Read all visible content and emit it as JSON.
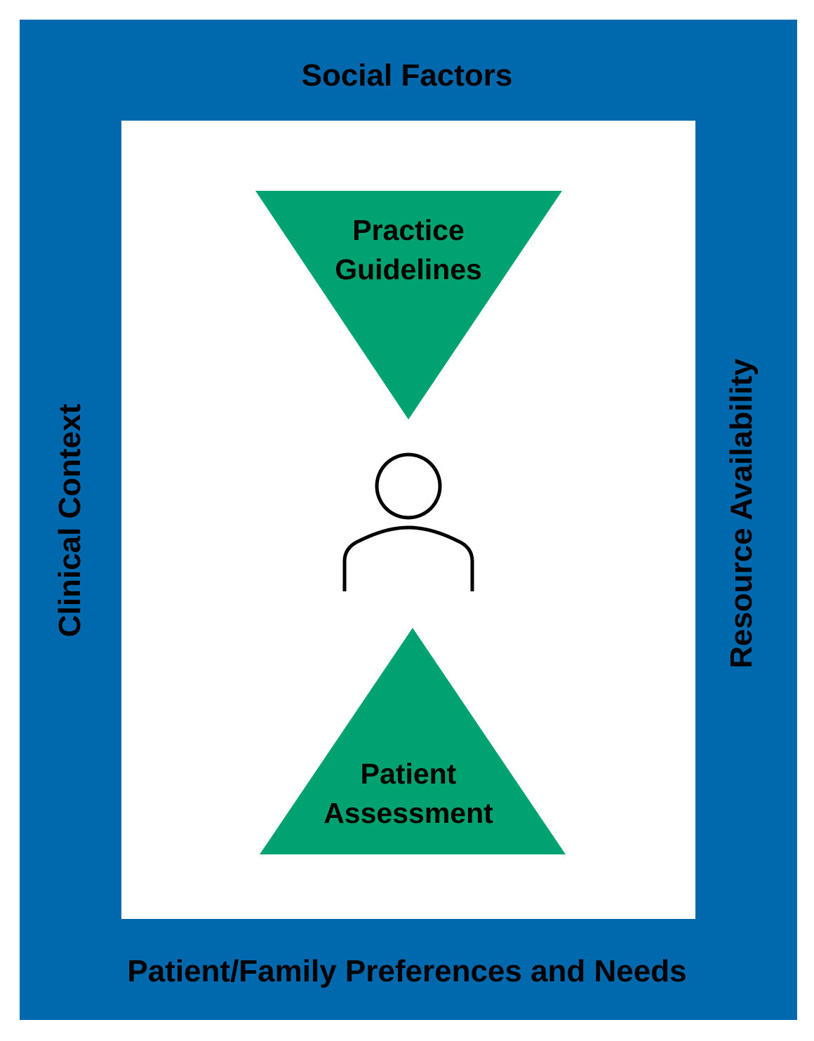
{
  "colors": {
    "frame": "#0069ad",
    "inner_background": "#ffffff",
    "triangle": "#00a271",
    "text": "#000000",
    "person_stroke": "#000000"
  },
  "frame_labels": {
    "top": "Social Factors",
    "bottom": "Patient/Family Preferences and Needs",
    "left": "Clinical Context",
    "right": "Resource Availability"
  },
  "triangles": {
    "top": {
      "line1": "Practice",
      "line2": "Guidelines"
    },
    "bottom": {
      "line1": "Patient",
      "line2": "Assessment"
    }
  },
  "icons": {
    "center": "person-icon"
  }
}
